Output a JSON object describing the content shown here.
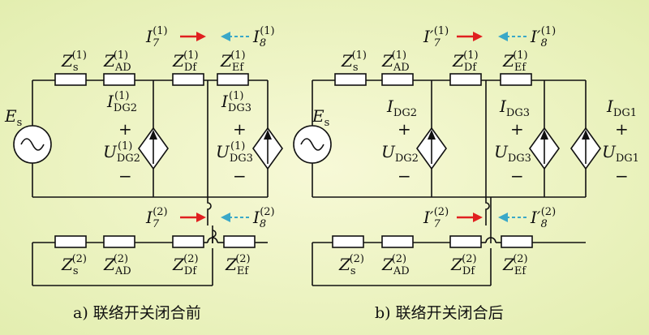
{
  "background": {
    "inner": "#f7f9d7",
    "outer": "#e3eeb0"
  },
  "colors": {
    "wire": "#111111",
    "solid_arrow": "#e02020",
    "dashed_arrow": "#3aa8c8"
  },
  "icons": [
    "ac-source-icon",
    "impedance-box-icon",
    "dependent-source-diamond-icon",
    "flow-arrow-icon",
    "wire-crossing-hop-icon"
  ],
  "left": {
    "caption": "a) 联络开关闭合前",
    "source": {
      "sym": "E",
      "sub": "s"
    },
    "z_top": [
      {
        "sym": "Z",
        "sub": "s",
        "sup": "(1)"
      },
      {
        "sym": "Z",
        "sub": "AD",
        "sup": "(1)"
      },
      {
        "sym": "Z",
        "sub": "Df",
        "sup": "(1)"
      },
      {
        "sym": "Z",
        "sub": "Ef",
        "sup": "(1)"
      }
    ],
    "z_bottom": [
      {
        "sym": "Z",
        "sub": "s",
        "sup": "(2)"
      },
      {
        "sym": "Z",
        "sub": "AD",
        "sup": "(2)"
      },
      {
        "sym": "Z",
        "sub": "Df",
        "sup": "(2)"
      },
      {
        "sym": "Z",
        "sub": "Ef",
        "sup": "(2)"
      }
    ],
    "currents_top": [
      {
        "sym": "I",
        "sub": "7",
        "sup": "(1)"
      },
      {
        "sym": "I",
        "sub": "8",
        "sup": "(1)"
      }
    ],
    "currents_bottom": [
      {
        "sym": "I",
        "sub": "7",
        "sup": "(2)"
      },
      {
        "sym": "I",
        "sub": "8",
        "sup": "(2)"
      }
    ],
    "dg": [
      {
        "i_sym": "I",
        "i_sub": "DG2",
        "i_sup": "(1)",
        "plus": "+",
        "u_sym": "U",
        "u_sub": "DG2",
        "u_sup": "(1)",
        "minus": "−"
      },
      {
        "i_sym": "I",
        "i_sub": "DG3",
        "i_sup": "(1)",
        "plus": "+",
        "u_sym": "U",
        "u_sub": "DG3",
        "u_sup": "(1)",
        "minus": "−"
      }
    ]
  },
  "right": {
    "caption": "b) 联络开关闭合后",
    "source": {
      "sym": "E",
      "sub": "s"
    },
    "z_top": [
      {
        "sym": "Z",
        "sub": "s",
        "sup": "(1)"
      },
      {
        "sym": "Z",
        "sub": "AD",
        "sup": "(1)"
      },
      {
        "sym": "Z",
        "sub": "Df",
        "sup": "(1)"
      },
      {
        "sym": "Z",
        "sub": "Ef",
        "sup": "(1)"
      }
    ],
    "z_bottom": [
      {
        "sym": "Z",
        "sub": "s",
        "sup": "(2)"
      },
      {
        "sym": "Z",
        "sub": "AD",
        "sup": "(2)"
      },
      {
        "sym": "Z",
        "sub": "Df",
        "sup": "(2)"
      },
      {
        "sym": "Z",
        "sub": "Ef",
        "sup": "(2)"
      }
    ],
    "currents_top": [
      {
        "sym": "I′",
        "sub": "7",
        "sup": "(1)"
      },
      {
        "sym": "I′",
        "sub": "8",
        "sup": "(1)"
      }
    ],
    "currents_bottom": [
      {
        "sym": "I′",
        "sub": "7",
        "sup": "(2)"
      },
      {
        "sym": "I′",
        "sub": "8",
        "sup": "(2)"
      }
    ],
    "dg": [
      {
        "i_sym": "I",
        "i_sub": "DG2",
        "plus": "+",
        "u_sym": "U",
        "u_sub": "DG2",
        "minus": "−"
      },
      {
        "i_sym": "I",
        "i_sub": "DG3",
        "plus": "+",
        "u_sym": "U",
        "u_sub": "DG3",
        "minus": "−"
      },
      {
        "i_sym": "I",
        "i_sub": "DG1",
        "plus": "+",
        "u_sym": "U",
        "u_sub": "DG1",
        "minus": "−"
      }
    ]
  }
}
